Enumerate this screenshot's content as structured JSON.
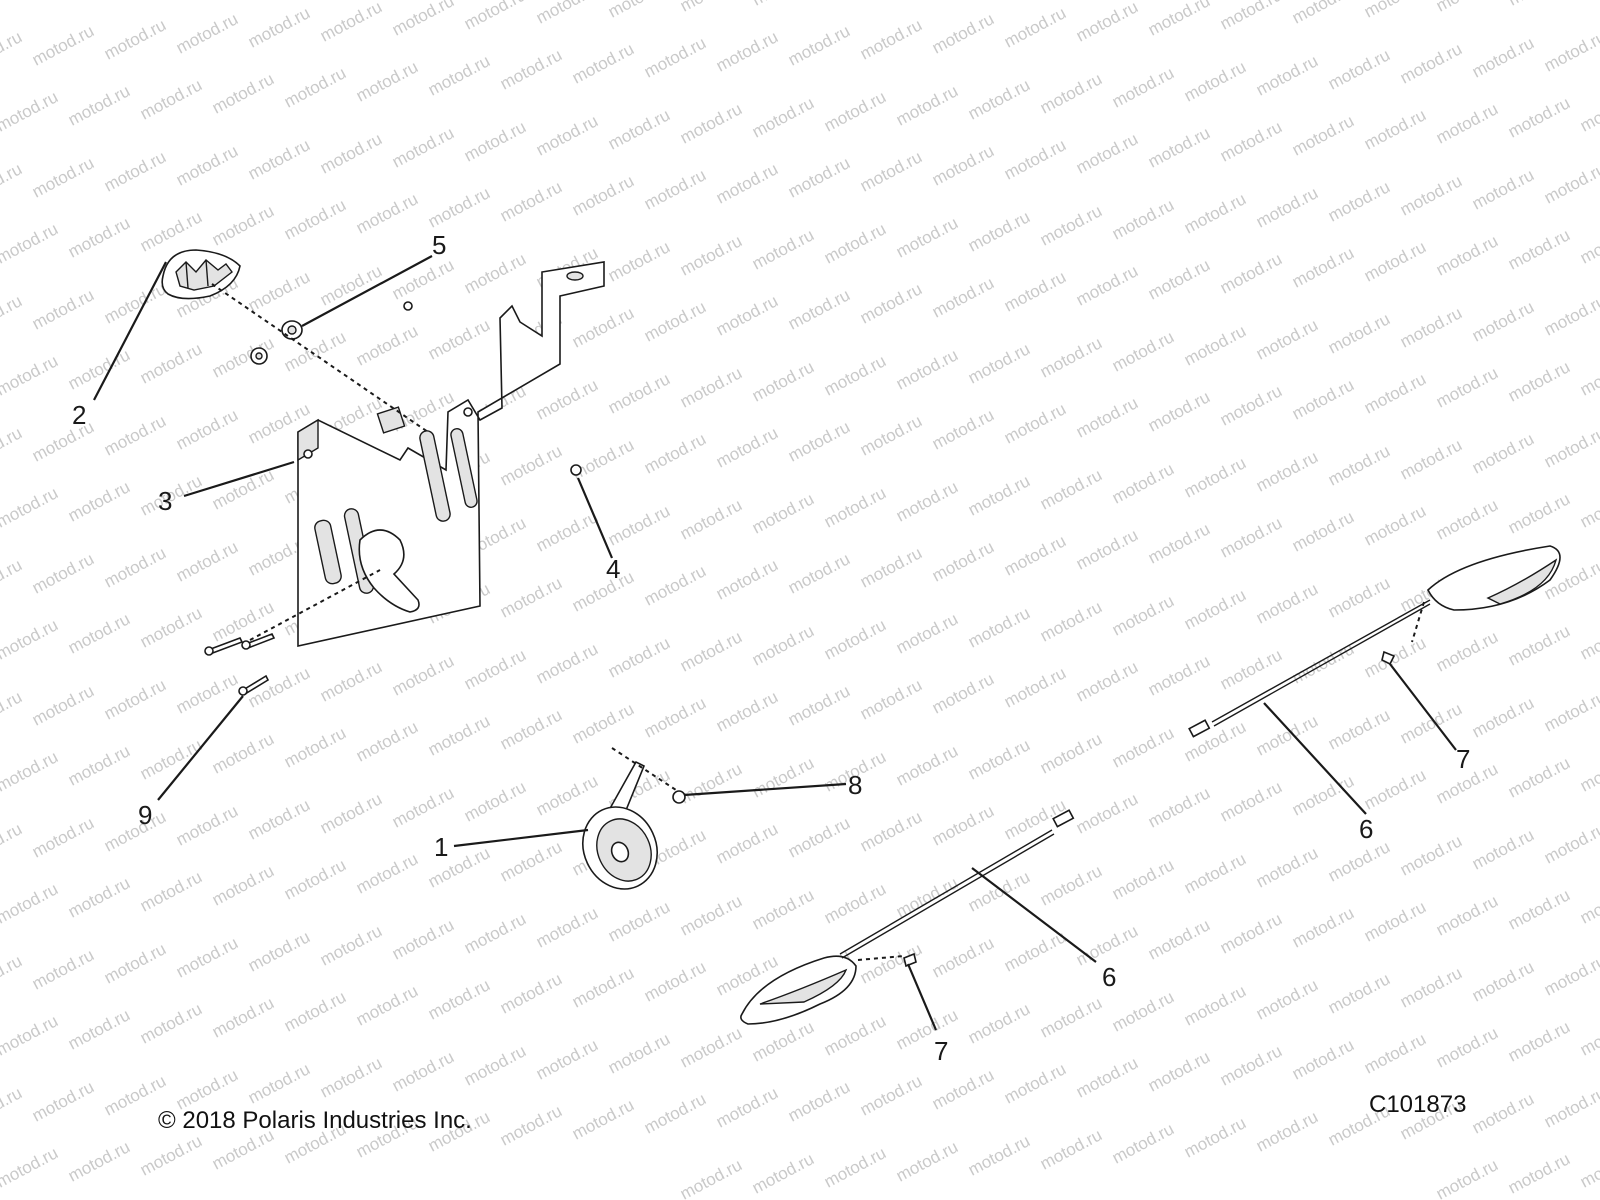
{
  "watermark": {
    "text": "motod.ru"
  },
  "footer": {
    "copyright": "© 2018 Polaris Industries Inc.",
    "drawing_id": "C101873"
  },
  "callouts": [
    "1",
    "2",
    "3",
    "4",
    "5",
    "6",
    "6",
    "7",
    "7",
    "8",
    "9"
  ]
}
